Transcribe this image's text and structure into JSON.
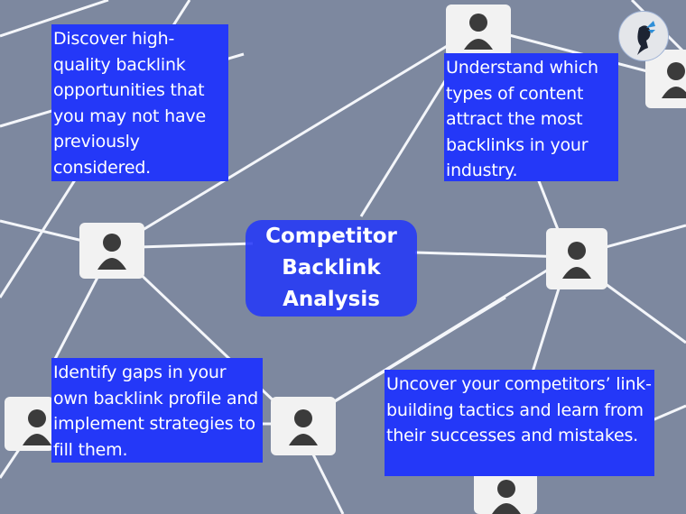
{
  "title_lines": [
    "Competitor",
    "Backlink",
    "Analysis"
  ],
  "cards": [
    {
      "text": "Discover high-quality backlink opportunities that you may not have previously considered."
    },
    {
      "text": "Understand which types of content attract the most backlinks in your industry."
    },
    {
      "text": "Identify gaps in your own backlink profile and implement strategies to fill them."
    },
    {
      "text": "Uncover your competitors’ link-building tactics and learn from their successes and mistakes."
    }
  ],
  "colors": {
    "card": "#2438f8",
    "background": "#7d889f"
  },
  "logo": "butterfly-silhouette-logo"
}
